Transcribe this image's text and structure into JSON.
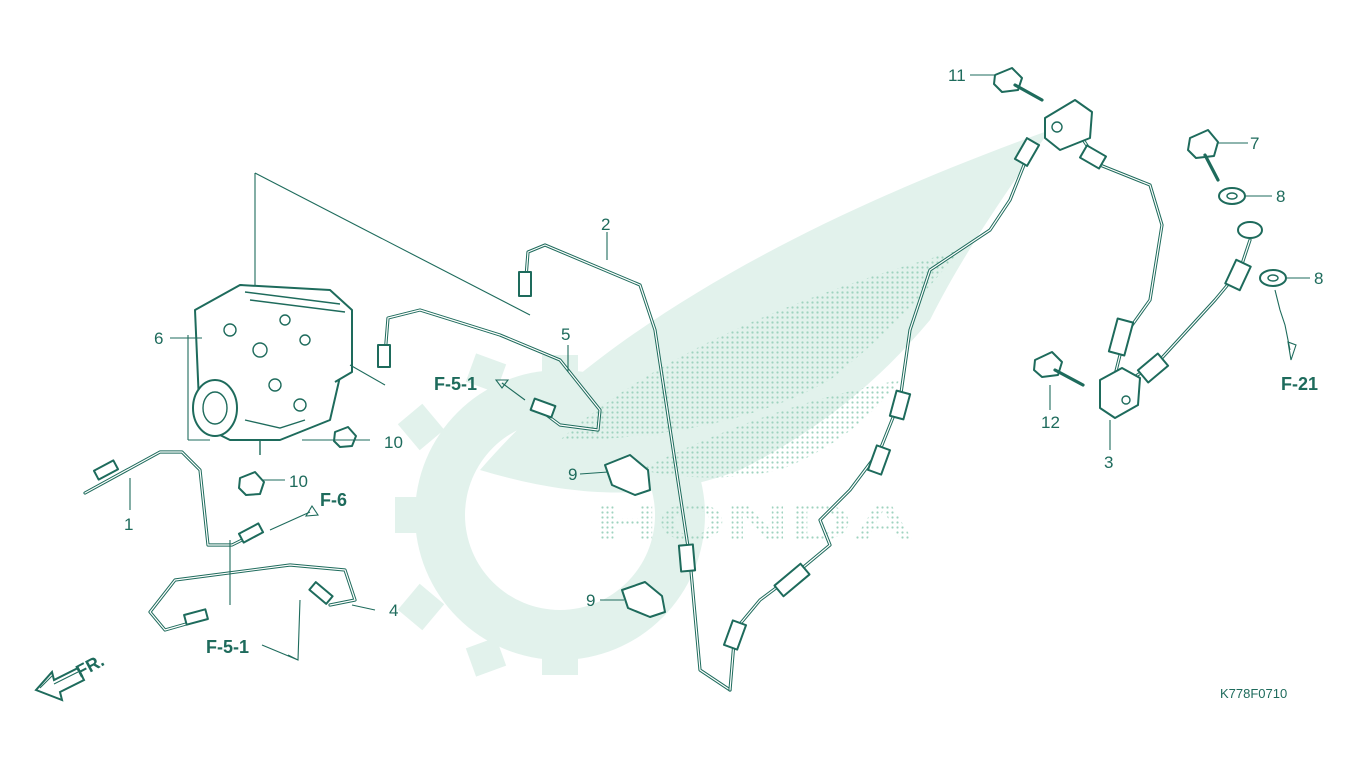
{
  "colors": {
    "ink": "#1e6b5c",
    "watermark_light": "#e2f2ec",
    "watermark_dots": "#9fd3bf"
  },
  "watermark": {
    "brand_text": "HONDA",
    "icon": "honda-wing-gear-logo"
  },
  "callouts": {
    "c1": "1",
    "c2": "2",
    "c3": "3",
    "c4": "4",
    "c5": "5",
    "c6": "6",
    "c7": "7",
    "c8a": "8",
    "c8b": "8",
    "c9a": "9",
    "c9b": "9",
    "c10a": "10",
    "c10b": "10",
    "c11": "11",
    "c12": "12"
  },
  "references": {
    "f51_upper": "F-5-1",
    "f51_lower": "F-5-1",
    "f6": "F-6",
    "f21": "F-21"
  },
  "front_indicator": {
    "label": "FR.",
    "icon": "front-direction-arrow-icon"
  },
  "diagram_code": "K778F0710"
}
